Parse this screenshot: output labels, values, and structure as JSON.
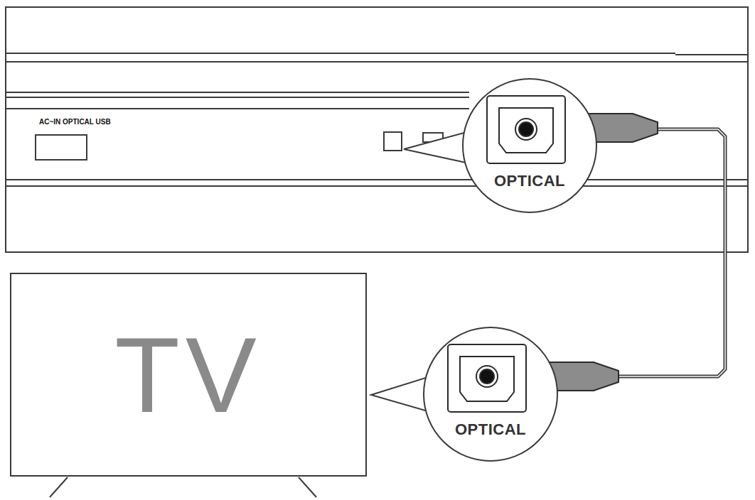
{
  "diagram": {
    "nodes": [
      {
        "text": [
          "OPTICAL"
        ]
      },
      {
        "text": [
          "TV"
        ]
      },
      {
        "text": [
          "OPTICAL"
        ]
      }
    ],
    "edges": [
      {
        "from": 0,
        "to": 2,
        "arrow": "none"
      }
    ],
    "labels": [
      "AC~IN OPTICAL USB"
    ]
  }
}
